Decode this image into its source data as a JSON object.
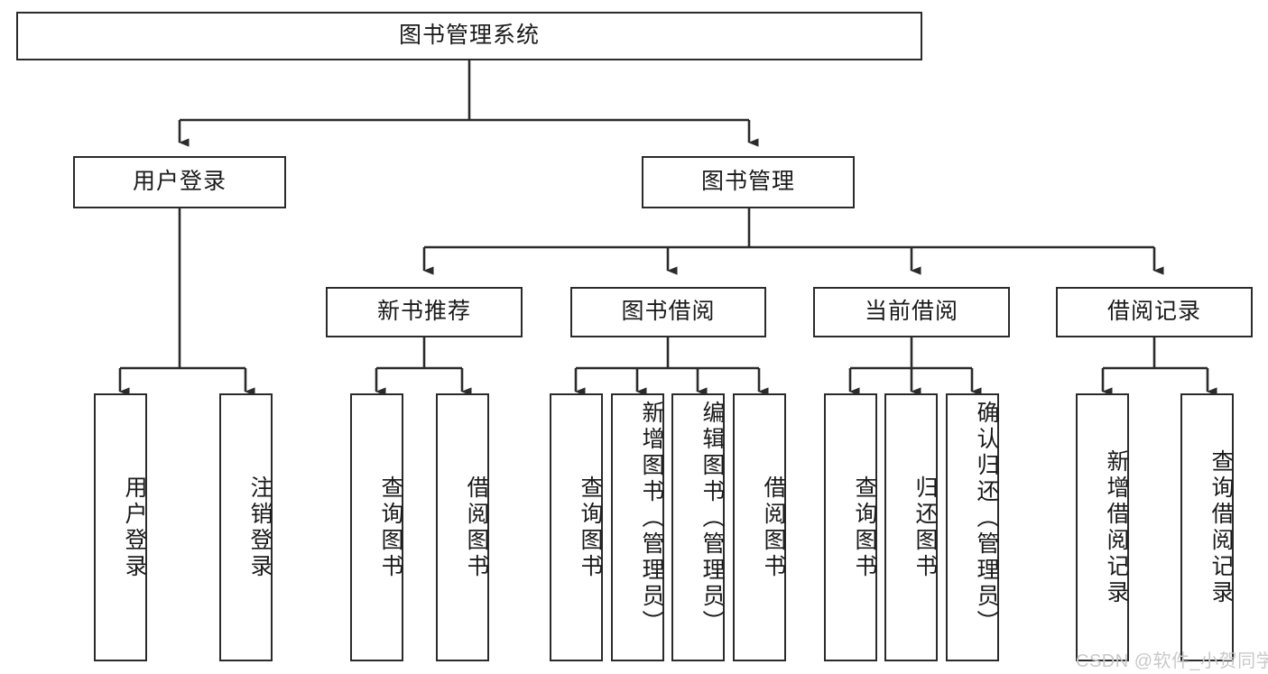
{
  "diagram": {
    "type": "tree-hierarchy",
    "title": "图书管理系统",
    "watermark": "CSDN @软件_小贺同学",
    "colors": {
      "box_border": "#2b2b2b",
      "box_fill": "#ffffff",
      "connector": "#2b2b2b",
      "text": "#1a1a1a",
      "watermark": "#c9c9c9",
      "background": "#ffffff"
    },
    "nodes": {
      "root": {
        "label": "图书管理系统",
        "level": 1,
        "orientation": "horizontal"
      },
      "l2": [
        {
          "id": "user-login",
          "label": "用户登录",
          "level": 2,
          "orientation": "horizontal"
        },
        {
          "id": "book-manage",
          "label": "图书管理",
          "level": 2,
          "orientation": "horizontal"
        }
      ],
      "l3": [
        {
          "id": "new-book-recommend",
          "label": "新书推荐",
          "level": 3,
          "orientation": "horizontal"
        },
        {
          "id": "book-borrow",
          "label": "图书借阅",
          "level": 3,
          "orientation": "horizontal"
        },
        {
          "id": "current-borrow",
          "label": "当前借阅",
          "level": 3,
          "orientation": "horizontal"
        },
        {
          "id": "borrow-record",
          "label": "借阅记录",
          "level": 3,
          "orientation": "horizontal"
        }
      ],
      "leaves": {
        "user_login": [
          {
            "id": "leaf-user-login",
            "label": "用户登录"
          },
          {
            "id": "leaf-user-logout",
            "label": "注销登录"
          }
        ],
        "new_book_recommend": [
          {
            "id": "leaf-query-book-1",
            "label": "查询图书"
          },
          {
            "id": "leaf-borrow-book-1",
            "label": "借阅图书"
          }
        ],
        "book_borrow": [
          {
            "id": "leaf-query-book-2",
            "label": "查询图书"
          },
          {
            "id": "leaf-add-book",
            "label": "新增图书（管理员）"
          },
          {
            "id": "leaf-edit-book",
            "label": "编辑图书（管理员）"
          },
          {
            "id": "leaf-borrow-book-2",
            "label": "借阅图书"
          }
        ],
        "current_borrow": [
          {
            "id": "leaf-query-book-3",
            "label": "查询图书"
          },
          {
            "id": "leaf-return-book",
            "label": "归还图书"
          },
          {
            "id": "leaf-confirm-return",
            "label": "确认归还（管理员）"
          }
        ],
        "borrow_record": [
          {
            "id": "leaf-add-record",
            "label": "新增借阅记录"
          },
          {
            "id": "leaf-query-record",
            "label": "查询借阅记录"
          }
        ]
      }
    }
  }
}
